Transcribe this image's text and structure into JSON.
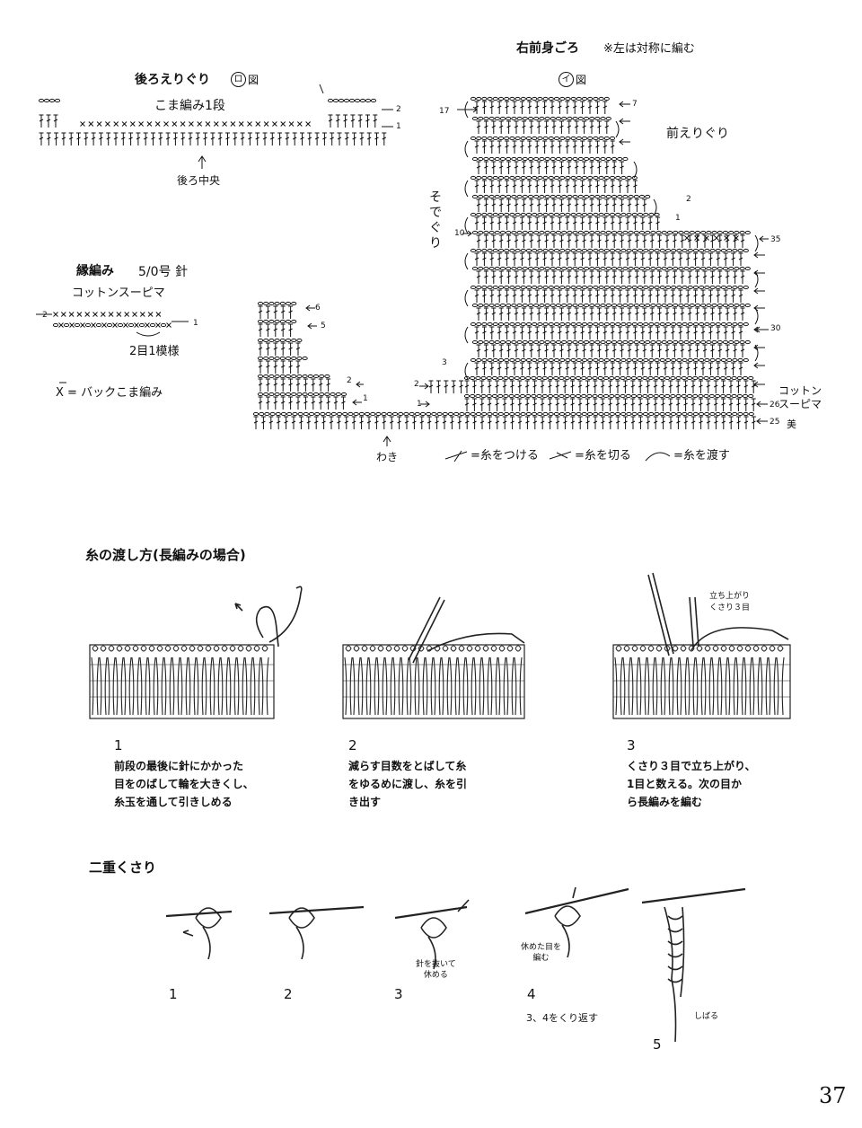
{
  "charts": {
    "back_neck": {
      "title": "後ろえりぐり",
      "badge": "ロ",
      "badge_suffix": "図",
      "note": "こま編み1段",
      "center": "後ろ中央",
      "row1": "1",
      "row2": "2"
    },
    "front": {
      "title": "右前身ごろ",
      "note": "※左は対称に編む",
      "badge": "イ",
      "badge_suffix": "図",
      "front_neck": "前えりぐり",
      "armhole": "そでぐり",
      "wing": "わき",
      "yarn": "コットン\nスーピマ",
      "yarn_color": "美",
      "rows": {
        "r7": "7",
        "r17": "17",
        "r2a": "2",
        "r1a": "1",
        "r10": "10",
        "r35": "35",
        "r30": "30",
        "r3": "3",
        "r2b": "2",
        "r1b": "1",
        "r26": "26",
        "r25": "25",
        "r6": "6",
        "r5": "5",
        "r2c": "2",
        "r1c": "1"
      }
    },
    "edging": {
      "title": "縁編み",
      "needle": "5/0号 針",
      "yarn": "コットンスーピマ",
      "repeat": "2目1模様",
      "legend": "X = バックこま編み",
      "row2": "2",
      "row1": "1"
    },
    "legend": {
      "attach": "=糸をつける",
      "cut": "=糸を切る",
      "pass": "=糸を渡す"
    }
  },
  "section_pass": {
    "title": "糸の渡し方(長編みの場合)",
    "steps": [
      {
        "num": "1",
        "lines": [
          "前段の最後に針にかかった",
          "目をのばして輪を大きくし、",
          "糸玉を通して引きしめる"
        ]
      },
      {
        "num": "2",
        "lines": [
          "減らす目数をとばして糸",
          "をゆるめに渡し、糸を引",
          "き出す"
        ]
      },
      {
        "num": "3",
        "lines": [
          "くさり３目で立ち上がり、",
          "1目と数える。次の目か",
          "ら長編みを編む"
        ],
        "callout": [
          "立ち上がり",
          "くさり３目"
        ]
      }
    ]
  },
  "section_double": {
    "title": "二重くさり",
    "steps": [
      {
        "num": "1"
      },
      {
        "num": "2"
      },
      {
        "num": "3",
        "callout": [
          "針を抜いて",
          "休める"
        ]
      },
      {
        "num": "4",
        "callout": [
          "休めた目を",
          "編む"
        ],
        "caption": "3、4をくり返す"
      },
      {
        "num": "5",
        "callout": [
          "しばる"
        ]
      }
    ]
  },
  "page_number": "37"
}
